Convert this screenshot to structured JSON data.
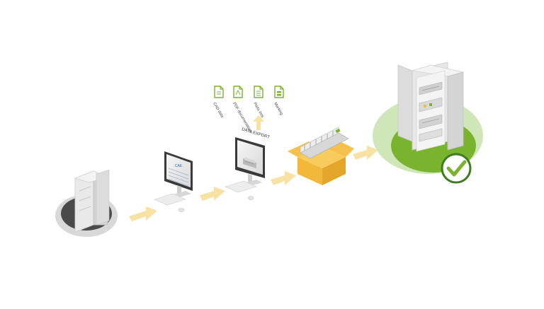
{
  "workstation_1": {
    "screen_title": "CAE"
  },
  "workstation_2": {
    "screen_title": "DATA EXPORT"
  },
  "exports": [
    {
      "label": "CAD data"
    },
    {
      "label": "PDF documentation"
    },
    {
      "label": "Parts lists"
    },
    {
      "label": "Marking"
    }
  ],
  "colors": {
    "accent_green": "#7ab32e",
    "arrow_fill": "#f7e1a3",
    "box_yellow": "#f2b83a",
    "cabinet_grey": "#e4e4e4",
    "platform_dark": "#4a4a4a"
  },
  "icons": {
    "export_file": "document-icon",
    "done": "checkmark-icon"
  }
}
